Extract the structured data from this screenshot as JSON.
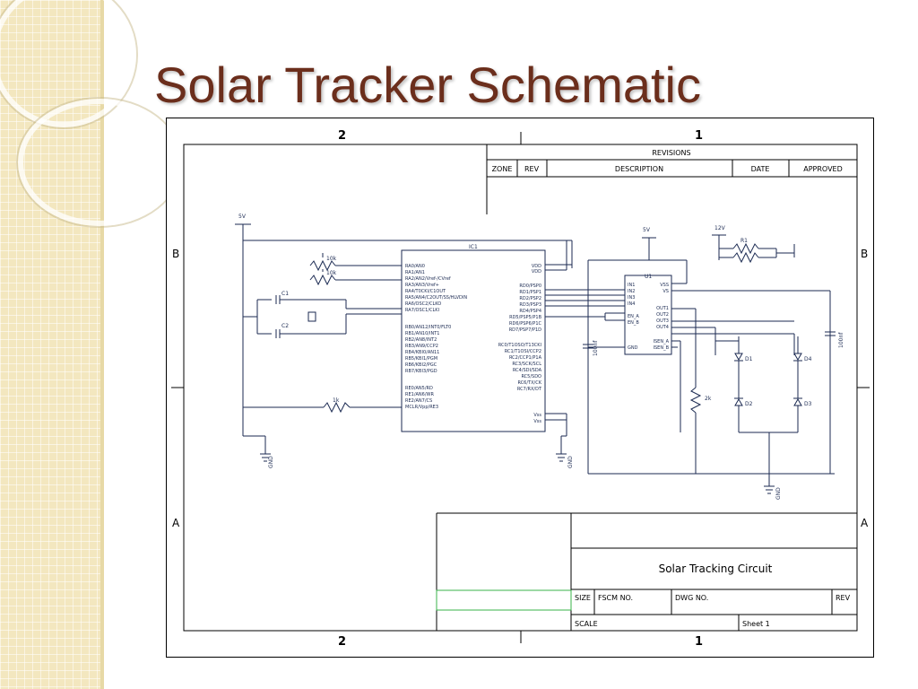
{
  "slide": {
    "title": "Solar Tracker Schematic",
    "title_color": "#6b2e1c",
    "sidebar_color": "#f3e7bf"
  },
  "frame": {
    "zone_top_left": "2",
    "zone_top_right": "1",
    "zone_bottom_left": "2",
    "zone_bottom_right": "1",
    "zone_b": "B",
    "zone_a": "A"
  },
  "revisions": {
    "heading": "REVISIONS",
    "col_zone": "ZONE",
    "col_rev": "REV",
    "col_description": "DESCRIPTION",
    "col_date": "DATE",
    "col_approved": "APPROVED"
  },
  "title_block": {
    "title": "Solar Tracking Circuit",
    "size": "SIZE",
    "fscm": "FSCM NO.",
    "dwg": "DWG NO.",
    "rev": "REV",
    "scale": "SCALE",
    "sheet": "Sheet 1"
  },
  "components": {
    "mcu": "IC1",
    "driver": "U1",
    "supply_5v_a": "5V",
    "supply_5v_b": "5V",
    "supply_12v": "12V",
    "gnd_a": "GND",
    "gnd_b": "GND",
    "gnd_c": "GND",
    "c1": "C1",
    "c2": "C2",
    "r_pot_a": "10k",
    "r_pot_b": "10k",
    "r_mclr": "1k",
    "r_gate": "R1",
    "r_sense": "2k",
    "cap_a": "100nf",
    "cap_b": "100nf",
    "d1": "D1",
    "d2": "D2",
    "d3": "D3",
    "d4": "D4"
  },
  "mcu_pins_left": [
    "RA0/AN0",
    "RA1/AN1",
    "RA2/AN2/Vref-/CVref",
    "RA3/AN3/Vref+",
    "RA4/T0CKI/C1OUT",
    "RA5/AN4/C2OUT/SS/HLVDIN",
    "RA6/OSC2/CLKO",
    "RA7/OSC1/CLKI",
    "RB0/AN12/INT0/FLT0",
    "RB1/AN10/INT1",
    "RB2/AN8/INT2",
    "RB3/AN9/CCP2",
    "RB4/KBI0/AN11",
    "RB5/KBI1/PGM",
    "RB6/KBI2/PGC",
    "RB7/KBI3/PGD",
    "RE0/AN5/RD",
    "RE1/AN6/WR",
    "RE2/AN7/CS",
    "MCLR/Vpp/RE3"
  ],
  "mcu_pins_right": [
    "VDD",
    "VDD",
    "RD0/PSP0",
    "RD1/PSP1",
    "RD2/PSP2",
    "RD3/PSP3",
    "RD4/PSP4",
    "RD5/PSP5/P1B",
    "RD6/PSP6/P1C",
    "RD7/PSP7/P1D",
    "RC0/T1OSO/T13CKI",
    "RC1/T1OSI/CCP2",
    "RC2/CCP1/P1A",
    "RC3/SCK/SCL",
    "RC4/SDI/SDA",
    "RC5/SDO",
    "RC6/TX/CK",
    "RC7/RX/DT",
    "Vss",
    "Vss"
  ],
  "driver_pins_left": [
    "IN1",
    "IN2",
    "IN3",
    "IN4",
    "EN_A",
    "EN_B",
    "GND"
  ],
  "driver_pins_right": [
    "VSS",
    "VS",
    "OUT1",
    "OUT2",
    "OUT3",
    "OUT4",
    "ISEN_A",
    "ISEN_B"
  ]
}
